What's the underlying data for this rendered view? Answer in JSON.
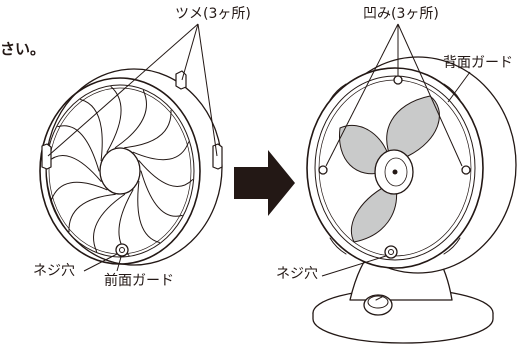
{
  "instruction_fragment": "さい。",
  "labels": {
    "tabs": "ツメ(3ヶ所)",
    "recesses": "凹み(3ヶ所)",
    "rear_guard": "背面ガード",
    "screw_hole_left": "ネジ穴",
    "front_guard": "前面ガード",
    "screw_hole_right": "ネジ穴"
  },
  "colors": {
    "line": "#231815",
    "blade_fill": "#c9caca",
    "arrow": "#231815",
    "background": "#ffffff"
  },
  "icons": {
    "direction_arrow": "right-arrow-icon"
  }
}
